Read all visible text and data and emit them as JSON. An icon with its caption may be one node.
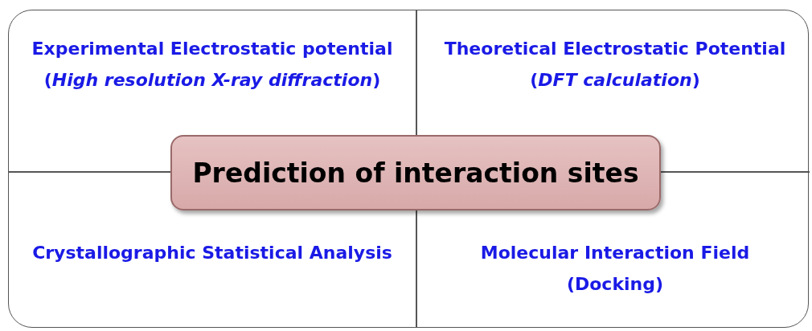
{
  "diagram": {
    "nodes": [
      {
        "text": [
          "Experimental Electrostatic potential",
          "(*High resolution X-ray diffraction*)"
        ]
      },
      {
        "text": [
          "Theoretical Electrostatic Potential",
          "(*DFT calculation*)"
        ]
      },
      {
        "text": [
          "Prediction of interaction sites"
        ]
      },
      {
        "text": [
          "Crystallographic Statistical Analysis"
        ]
      },
      {
        "text": [
          "Molecular Interaction Field",
          "(Docking)"
        ]
      }
    ],
    "edges": []
  }
}
